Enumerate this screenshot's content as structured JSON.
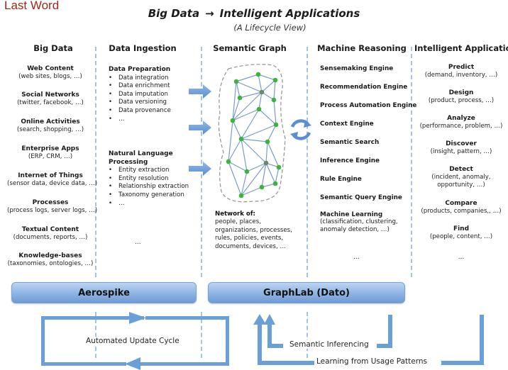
{
  "brand": "Last Word",
  "title": {
    "left": "Big Data",
    "arrow": "→",
    "right": "Intelligent Applications",
    "subtitle": "(A Lifecycle View)"
  },
  "columns": {
    "big_data": {
      "header": "Big Data",
      "items": [
        {
          "title": "Web Content",
          "sub": "(web sites, blogs, …)"
        },
        {
          "title": "Social Networks",
          "sub": "(twitter, facebook, …)"
        },
        {
          "title": "Online Activities",
          "sub": "(search, shopping, …)"
        },
        {
          "title": "Enterprise Apps",
          "sub": "(ERP, CRM, …)"
        },
        {
          "title": "Internet of Things",
          "sub": "(sensor data, device data, …)"
        },
        {
          "title": "Processes",
          "sub": "(process logs, server logs, …)"
        },
        {
          "title": "Textual Content",
          "sub": "(documents, reports, …)"
        },
        {
          "title": "Knowledge-bases",
          "sub": "(taxonomies, ontologies, …)"
        }
      ]
    },
    "data_ingestion": {
      "header": "Data Ingestion",
      "groups": [
        {
          "heading": "Data Preparation",
          "bullets": [
            "Data integration",
            "Data enrichment",
            "Data imputation",
            "Data versioning",
            "Data provenance",
            "…"
          ]
        },
        {
          "heading": "Natural Language Processing",
          "heading_line1": "Natural Language",
          "heading_line2": "Processing",
          "bullets": [
            "Entity extraction",
            "Entity resolution",
            "Relationship extraction",
            "Taxonomy generation",
            "…"
          ]
        }
      ],
      "more": "…"
    },
    "semantic_graph": {
      "header": "Semantic Graph",
      "network_heading": "Network of:",
      "network_lines": [
        "people, places,",
        "organizations, processes,",
        "rules, policies, events,",
        "documents, devices, …"
      ]
    },
    "machine_reasoning": {
      "header": "Machine Reasoning",
      "items": [
        "Sensemaking Engine",
        "Recommendation Engine",
        "Process Automation Engine",
        "Context Engine",
        "Semantic Search",
        "Inference Engine",
        "Rule Engine",
        "Semantic Query Engine"
      ],
      "ml": {
        "title": "Machine Learning",
        "lines": [
          "(classification, clustering,",
          "anomaly detection, …)"
        ]
      },
      "more": "…"
    },
    "intelligent_application": {
      "header": "Intelligent Application",
      "items": [
        {
          "title": "Predict",
          "sub": [
            "(demand, inventory, …)"
          ]
        },
        {
          "title": "Design",
          "sub": [
            "(product, process, …)"
          ]
        },
        {
          "title": "Analyze",
          "sub": [
            "(performance, problem, …)"
          ]
        },
        {
          "title": "Discover",
          "sub": [
            "(insight, pattern, …)"
          ]
        },
        {
          "title": "Detect",
          "sub": [
            "(incident, anomaly,",
            "opportunity,  …)"
          ]
        },
        {
          "title": "Compare",
          "sub": [
            "(products, companies,, …)"
          ]
        },
        {
          "title": "Find",
          "sub": [
            "(people, content, …)"
          ]
        }
      ],
      "more": "…"
    }
  },
  "platforms": {
    "left": "Aerospike",
    "right": "GraphLab (Dato)"
  },
  "loops": {
    "update": "Automated Update Cycle",
    "inferencing": "Semantic Inferencing",
    "learning": "Learning from Usage Patterns"
  },
  "colors": {
    "brand": "#a3271b",
    "arrow_blue": "#6a9fd8",
    "divider_blue": "#a8c2e3",
    "node_green": "#3cb43c",
    "edge_blue": "#7a9cc8"
  }
}
